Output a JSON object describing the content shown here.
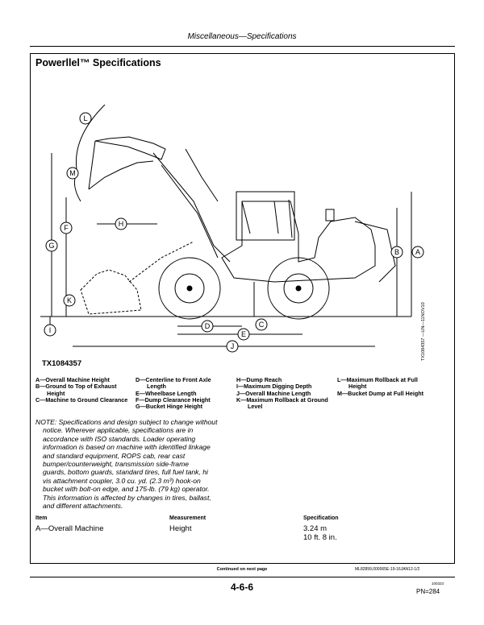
{
  "header": {
    "title": "Miscellaneous—Specifications"
  },
  "section": {
    "title": "Powerllel™ Specifications"
  },
  "figure": {
    "id": "TX1084357",
    "side_code": "TX1084357 —UN—11NOV10",
    "callouts": [
      "A",
      "B",
      "C",
      "D",
      "E",
      "F",
      "G",
      "H",
      "I",
      "J",
      "K",
      "L",
      "M"
    ]
  },
  "legend": {
    "col1": [
      "A—Overall Machine Height",
      "B—Ground to Top of Exhaust",
      "Height",
      "C—Machine to Ground Clearance"
    ],
    "col2": [
      "D—Centerline to Front Axle",
      "Length",
      "E—Wheelbase Length",
      "F—Dump Clearance Height",
      "G—Bucket Hinge Height"
    ],
    "col3": [
      "H—Dump Reach",
      "I—Maximum Digging Depth",
      "J—Overall Machine Length",
      "K—Maximum Rollback at Ground",
      "Level"
    ],
    "col4": [
      "L—Maximum Rollback at Full",
      "Height",
      "M—Bucket Dump at Full Height"
    ]
  },
  "note": {
    "lines": [
      "NOTE: Specifications and design subject to change without",
      "notice. Wherever applicable, specifications are in",
      "accordance with ISO standards. Loader operating",
      "information is based on machine with identified linkage",
      "and standard equipment, ROPS cab, rear cast",
      "bumper/counterweight, transmission side-frame",
      "guards, bottom guards, standard tires, full fuel tank, hi",
      "vis attachment coupler, 3.0 cu. yd. (2.3 m³) hook-on",
      "bucket with bolt-on edge, and 175-lb. (79 kg) operator.",
      "This information is affected by changes in tires, ballast,",
      "and different attachments."
    ]
  },
  "table": {
    "headers": {
      "item": "Item",
      "measurement": "Measurement",
      "specification": "Specification"
    },
    "rows": [
      {
        "item": "A—Overall Machine",
        "measurement": "Height",
        "spec1": "3.24 m",
        "spec2": "10 ft. 8 in."
      }
    ]
  },
  "footer": {
    "continued": "Continued on next page",
    "doc_code": "ML82899,000065E-19-16JAN12-1/2",
    "page": "4-6-6",
    "small_code": "100323",
    "pn": "PN=284"
  }
}
